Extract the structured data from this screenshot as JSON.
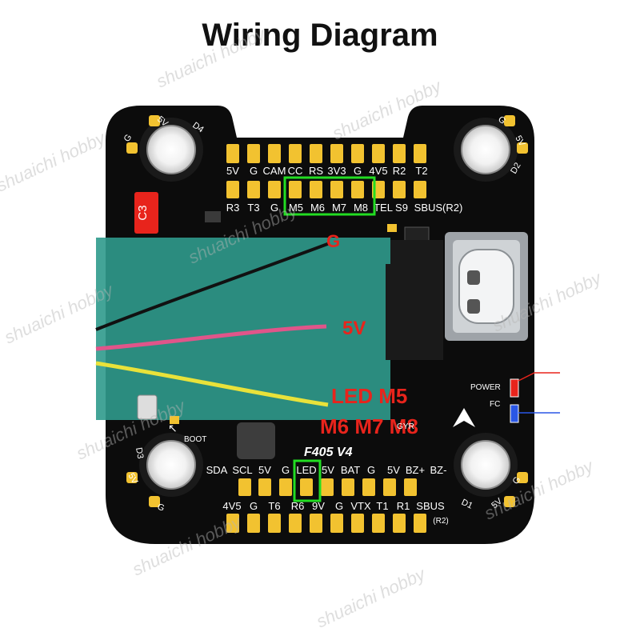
{
  "title": "Wiring Diagram",
  "watermark": "shuaichi hobby",
  "board": {
    "model": "F405 V4",
    "chip_label": "C3",
    "corner_labels": {
      "d4": "D4",
      "d2": "D2",
      "d3": "D3",
      "d1": "D1",
      "v5": "5V",
      "g": "G"
    },
    "top_row1_labels": [
      "5V",
      "G",
      "CAM",
      "CC",
      "RS",
      "3V3",
      "G",
      "4V5",
      "R2",
      "T2"
    ],
    "top_row2_labels": [
      "R3",
      "T3",
      "G",
      "M5",
      "M6",
      "M7",
      "M8",
      "TEL",
      "S9",
      "SBUS(R2)"
    ],
    "bottom_row1_labels": [
      "SDA",
      "SCL",
      "5V",
      "G",
      "LED",
      "5V",
      "BAT",
      "G",
      "5V",
      "BZ+",
      "BZ-"
    ],
    "bottom_row2_labels": [
      "4V5",
      "G",
      "T6",
      "R6",
      "9V",
      "G",
      "VTX",
      "T1",
      "R1",
      "SBUS"
    ],
    "bottom_row2_suffix": "(R2)",
    "boot_label": "BOOT",
    "gyro_label": "GYR",
    "power_label": "POWER",
    "fc_label": "FC"
  },
  "overlay": {
    "wire_g": "G",
    "wire_5v": "5V",
    "led_line1": "LED M5",
    "led_line2": "M6 M7 M8"
  },
  "colors": {
    "board": "#0c0c0c",
    "pad": "#f2c230",
    "highlight": "#22dd22",
    "overlay_teal": "#2f9a8c",
    "label_red": "#e8241c",
    "wire_black": "#111111",
    "wire_pink": "#e0558a",
    "wire_yellow": "#e9e23a"
  }
}
